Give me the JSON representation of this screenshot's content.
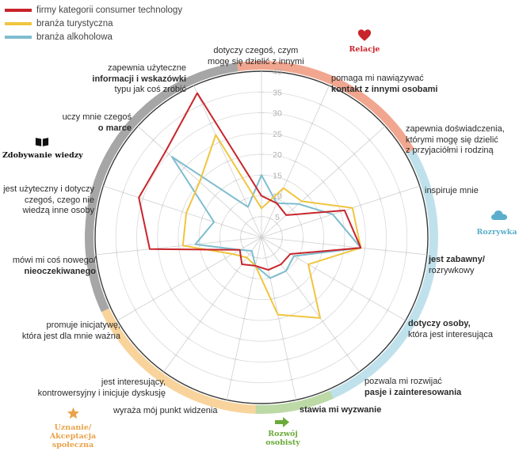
{
  "colors": {
    "red": "#c8242b",
    "yellow": "#f0c53f",
    "blue": "#7ebdcf"
  },
  "legend": [
    {
      "label": "firmy kategorii consumer technology",
      "color": "#c8242b"
    },
    {
      "label": "branża turystyczna",
      "color": "#f0c53f"
    },
    {
      "label": "branża alkoholowa",
      "color": "#7ebdcf"
    }
  ],
  "groups": [
    {
      "name": "Relacje",
      "icon": "heart-icon",
      "color": "#c8242b",
      "band_color": "#f1a68f"
    },
    {
      "name": "Rozrywka",
      "icon": "cloud-icon",
      "color": "#5aaecb",
      "band_color": "#bfe1ec"
    },
    {
      "name": "Rozwój osobisty",
      "line1": "Rozwój",
      "line2": "osobisty",
      "icon": "arrow-icon",
      "color": "#6aaa3a",
      "band_color": "#bcd9a6"
    },
    {
      "name": "Uznanie/ Akceptacja społeczna",
      "line1": "Uznanie/",
      "line2": "Akceptacja",
      "line3": "społeczna",
      "icon": "star-icon",
      "color": "#e8a34a",
      "band_color": "#f8d49c"
    },
    {
      "name": "Zdobywanie wiedzy",
      "icon": "book-icon",
      "color": "#111111",
      "band_color": "#a6a6a6"
    }
  ],
  "axes": [
    {
      "line1": "dotyczy czegoś, czym",
      "line2": "mogę się dzielić z innymi"
    },
    {
      "line1": "pomaga mi nawiązywać",
      "line2": "kontakt z innymi osobami"
    },
    {
      "line1": "zapewnia doświadczenia,",
      "line2": "którymi mogę się dzielić",
      "line3": "z przyjaciółmi i rodziną"
    },
    {
      "line1": "inspiruje mnie"
    },
    {
      "line1": "jest zabawny/",
      "line2": "rozrywkowy"
    },
    {
      "line1": "dotyczy osoby,",
      "line2": "która jest interesująca"
    },
    {
      "line1": "pozwala mi rozwijać",
      "line2": "pasje i zainteresowania"
    },
    {
      "line1": "stawia mi wyzwanie"
    },
    {
      "line1": "wyraża mój punkt widzenia"
    },
    {
      "line1": "jest interesujący,",
      "line2": "kontrowersyjny i inicjuje dyskusję"
    },
    {
      "line1": "promuje inicjatywę,",
      "line2": "która jest dla mnie ważna"
    },
    {
      "line1": "mówi mi coś nowego/",
      "line2": "nieoczekiwanego"
    },
    {
      "line1": "jest użyteczny i dotyczy",
      "line2": "czegoś, czego nie",
      "line3": "wiedzą inne osoby"
    },
    {
      "line1": "uczy mnie czegoś",
      "line2": "o marce"
    },
    {
      "line1": "zapewnia użyteczne",
      "line2": "informacji i wskazówki",
      "line3": "typu jak coś zrobić"
    }
  ],
  "chart_data": {
    "type": "radar",
    "categories": [
      "dotyczy czegoś, czym mogę się dzielić z innymi",
      "pomaga mi nawiązywać kontakt z innymi osobami",
      "zapewnia doświadczenia, którymi mogę się dzielić z przyjaciółmi i rodziną",
      "inspiruje mnie",
      "jest zabawny/ rozrywkowy",
      "dotyczy osoby, która jest interesująca",
      "pozwala mi rozwijać pasje i zainteresowania",
      "stawia mi wyzwanie",
      "wyraża mój punkt widzenia",
      "jest interesujący, kontrowersyjny i inicjuje dyskusję",
      "promuje inicjatywę, która jest dla mnie ważna",
      "mówi mi coś nowego/ nieoczekiwanego",
      "jest użyteczny i dotyczy czegoś, czego nie wiedzą inne osoby",
      "uczy mnie czegoś o marce",
      "zapewnia użyteczne informacji i wskazówki typu jak coś zrobić"
    ],
    "ticks": [
      0,
      5,
      10,
      15,
      20,
      25,
      30,
      35,
      40
    ],
    "rlim": [
      0,
      40
    ],
    "grid": true,
    "legend_position": "top-left",
    "series": [
      {
        "name": "firmy kategorii consumer technology",
        "color": "#c8242b",
        "values": [
          10,
          9,
          8,
          21,
          24,
          8,
          8,
          8,
          7,
          8,
          6,
          27,
          31,
          31,
          38
        ]
      },
      {
        "name": "branża turystyczna",
        "color": "#f0c53f",
        "values": [
          7,
          13,
          13,
          23,
          24,
          13,
          24,
          19,
          7,
          6,
          8,
          19,
          19,
          20,
          27
        ]
      },
      {
        "name": "branża alkoholowa",
        "color": "#7ebdcf",
        "values": [
          15,
          9,
          12,
          18,
          24,
          9,
          10,
          10,
          7,
          4,
          6,
          16,
          12,
          29,
          8
        ]
      }
    ]
  }
}
